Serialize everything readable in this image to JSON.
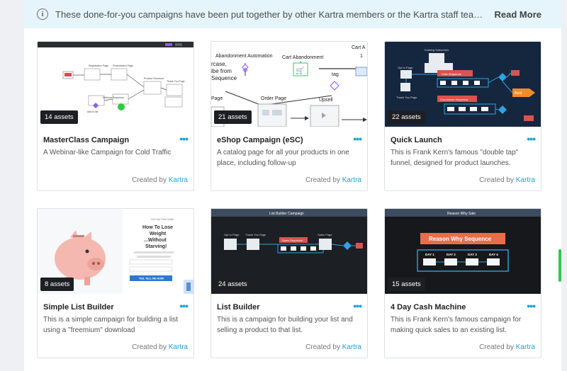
{
  "notice": {
    "text": "These done-for-you campaigns have been put together by other Kartra members or the Kartra staff team themselves. They ...",
    "read_more": "Read More",
    "icon": "info-icon"
  },
  "credit": {
    "prefix": "Created by",
    "brand": "Kartra"
  },
  "colors": {
    "accent": "#1fa1d6",
    "notice_bg": "#e6f5fb",
    "dark_thumb": "#15273f"
  },
  "cards": [
    {
      "title": "MasterClass Campaign",
      "description": "A Webinar-like Campaign for Cold Traffic",
      "assets": "14 assets",
      "thumb": {
        "labels": [
          "Registration Page",
          "Presentation Page",
          "Product Checkout",
          "Thank You Page",
          "Webinar Sequence",
          "Add to list"
        ]
      }
    },
    {
      "title": "eShop Campaign (eSC)",
      "description": "A catalog page for all your products in one place, including follow-up",
      "assets": "21 assets",
      "thumb": {
        "labels": [
          "Abandonment Automation",
          "Cart Abandonment",
          "Cart A",
          "1",
          "rcase,",
          "ibe from",
          "Sequence",
          "tag",
          "Order Page",
          "Page",
          "Upsell"
        ]
      }
    },
    {
      "title": "Quick Launch",
      "description": "This is Frank Kern's famous \"double tap\" funnel, designed for product launches.",
      "assets": "22 assets",
      "thumb": {
        "labels": [
          "Existing Subscriber",
          "Opt In Page",
          "Click Sequence",
          "Countdown Sequence",
          "Thank You Page",
          "Next"
        ]
      }
    },
    {
      "title": "Simple List Builder",
      "description": "This is a simple campaign for building a list using a \"freemium\" download",
      "assets": "8 assets",
      "thumb": {
        "labels": [
          "How To Lose",
          "Weight",
          "...Without",
          "Starving!",
          "YES, TELL ME HOW!"
        ]
      }
    },
    {
      "title": "List Builder",
      "description": "This is a campaign for building your list and selling a product to that list.",
      "assets": "24 assets",
      "thumb": {
        "labels": [
          "List Builder Campaign",
          "Opt In Page",
          "Thank You Page",
          "Sales Sequence",
          "Sales Page"
        ]
      }
    },
    {
      "title": "4 Day Cash Machine",
      "description": "This is Frank Kern's famous campaign for making quick sales to an existing list.",
      "assets": "15 assets",
      "thumb": {
        "labels": [
          "Reason Why Sale",
          "Reason Why Sequence",
          "DAY 1",
          "DAY 2",
          "DAY 3",
          "DAY 4"
        ]
      }
    }
  ]
}
